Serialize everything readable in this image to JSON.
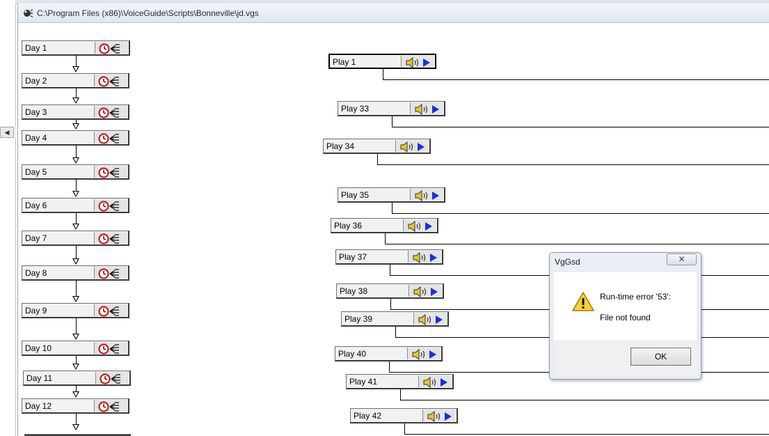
{
  "window": {
    "title": "C:\\Program Files (x86)\\VoiceGuide\\Scripts\\Bonneville\\jd.vgs"
  },
  "left_column": {
    "nodes": [
      "Day 1",
      "Day 2",
      "Day 3",
      "Day 4",
      "Day 5",
      "Day 6",
      "Day 7",
      "Day 8",
      "Day 9",
      "Day 10",
      "Day 11",
      "Day 12"
    ],
    "icon": "clock-multiple-outputs-icon"
  },
  "right_column": {
    "nodes": [
      "Play 1",
      "Play 33",
      "Play 34",
      "Play 35",
      "Play 36",
      "Play 37",
      "Play 38",
      "Play 39",
      "Play 40",
      "Play 41",
      "Play 42"
    ],
    "icon": "speaker-play-icon"
  },
  "dialog": {
    "title": "VgGsd",
    "close_glyph": "✕",
    "message_line1": "Run-time error '53':",
    "message_line2": "File not found",
    "ok_label": "OK",
    "icon": "warning-icon"
  },
  "colors": {
    "node_bg": "#f1f1f1",
    "clock_red": "#c81e1e",
    "play_blue": "#1a2fe0",
    "speaker_yellow": "#e9c52a"
  }
}
